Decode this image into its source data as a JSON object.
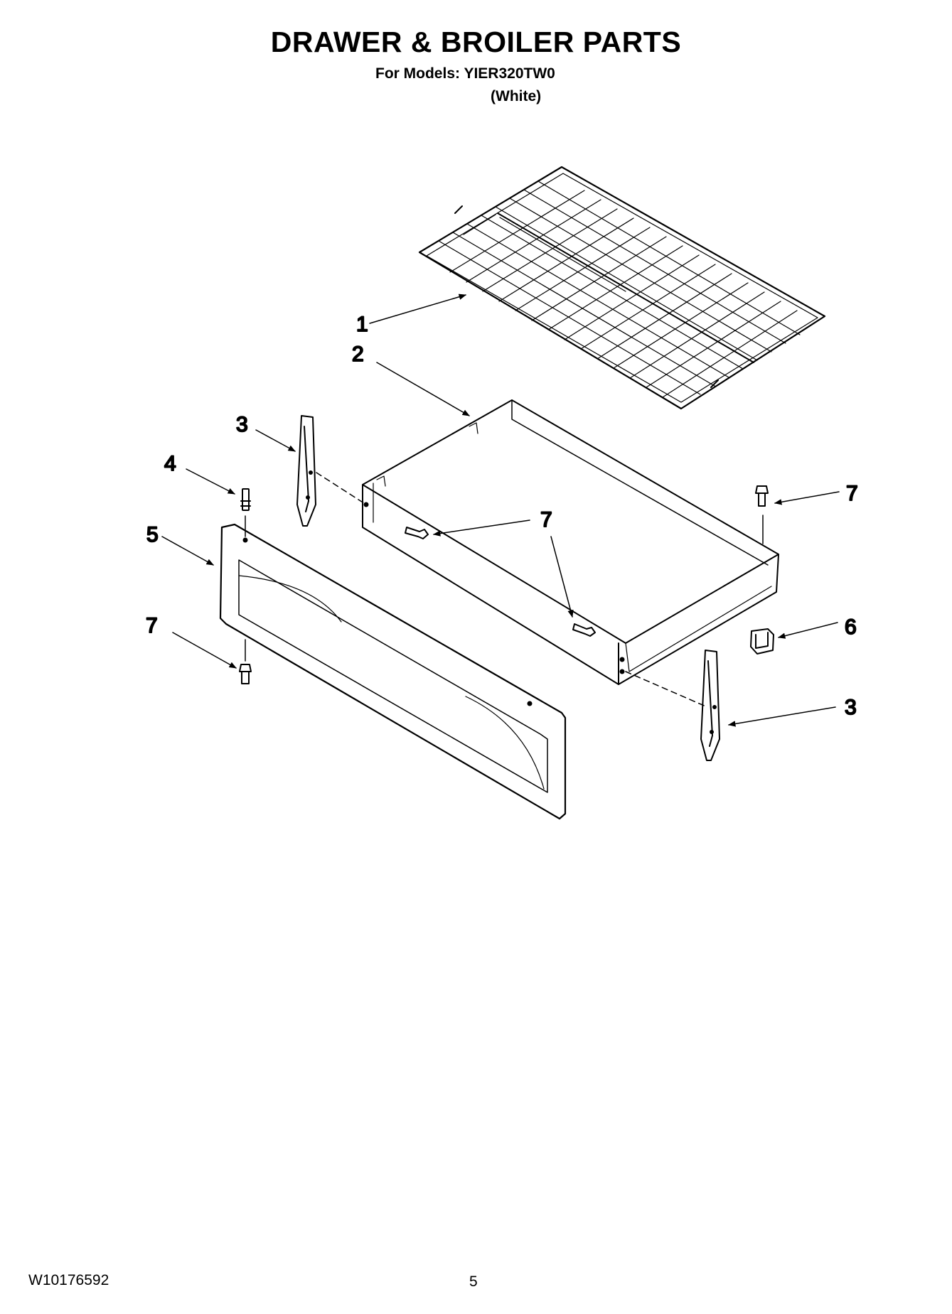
{
  "header": {
    "title": "DRAWER & BROILER PARTS",
    "models_line": "For Models: YIER320TW0",
    "variant": "(White)"
  },
  "callouts": [
    {
      "id": "rack",
      "label": "1"
    },
    {
      "id": "drawer-body",
      "label": "2"
    },
    {
      "id": "glide-left",
      "label": "3"
    },
    {
      "id": "stud",
      "label": "4"
    },
    {
      "id": "drawer-front",
      "label": "5"
    },
    {
      "id": "screw-bottom-left",
      "label": "7"
    },
    {
      "id": "screw-upper-right",
      "label": "7"
    },
    {
      "id": "screws-center",
      "label": "7"
    },
    {
      "id": "stop-clip",
      "label": "6"
    },
    {
      "id": "glide-right",
      "label": "3"
    }
  ],
  "footer": {
    "doc_number": "W10176592",
    "page_number": "5"
  }
}
